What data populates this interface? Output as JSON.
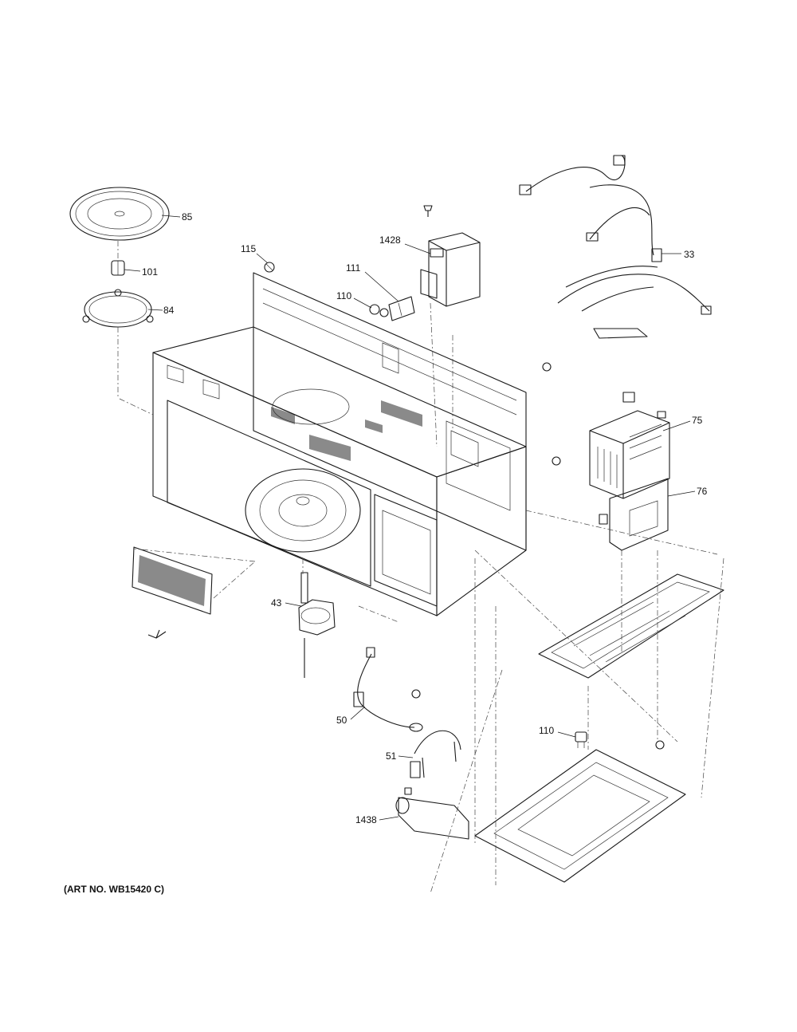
{
  "callouts": {
    "c85": "85",
    "c101": "101",
    "c84": "84",
    "c115": "115",
    "c1428": "1428",
    "c111": "111",
    "c110a": "110",
    "c33": "33",
    "c75": "75",
    "c76": "76",
    "c43": "43",
    "c50": "50",
    "c110b": "110",
    "c51": "51",
    "c1438": "1438"
  },
  "art_number": "(ART NO. WB15420 C)"
}
